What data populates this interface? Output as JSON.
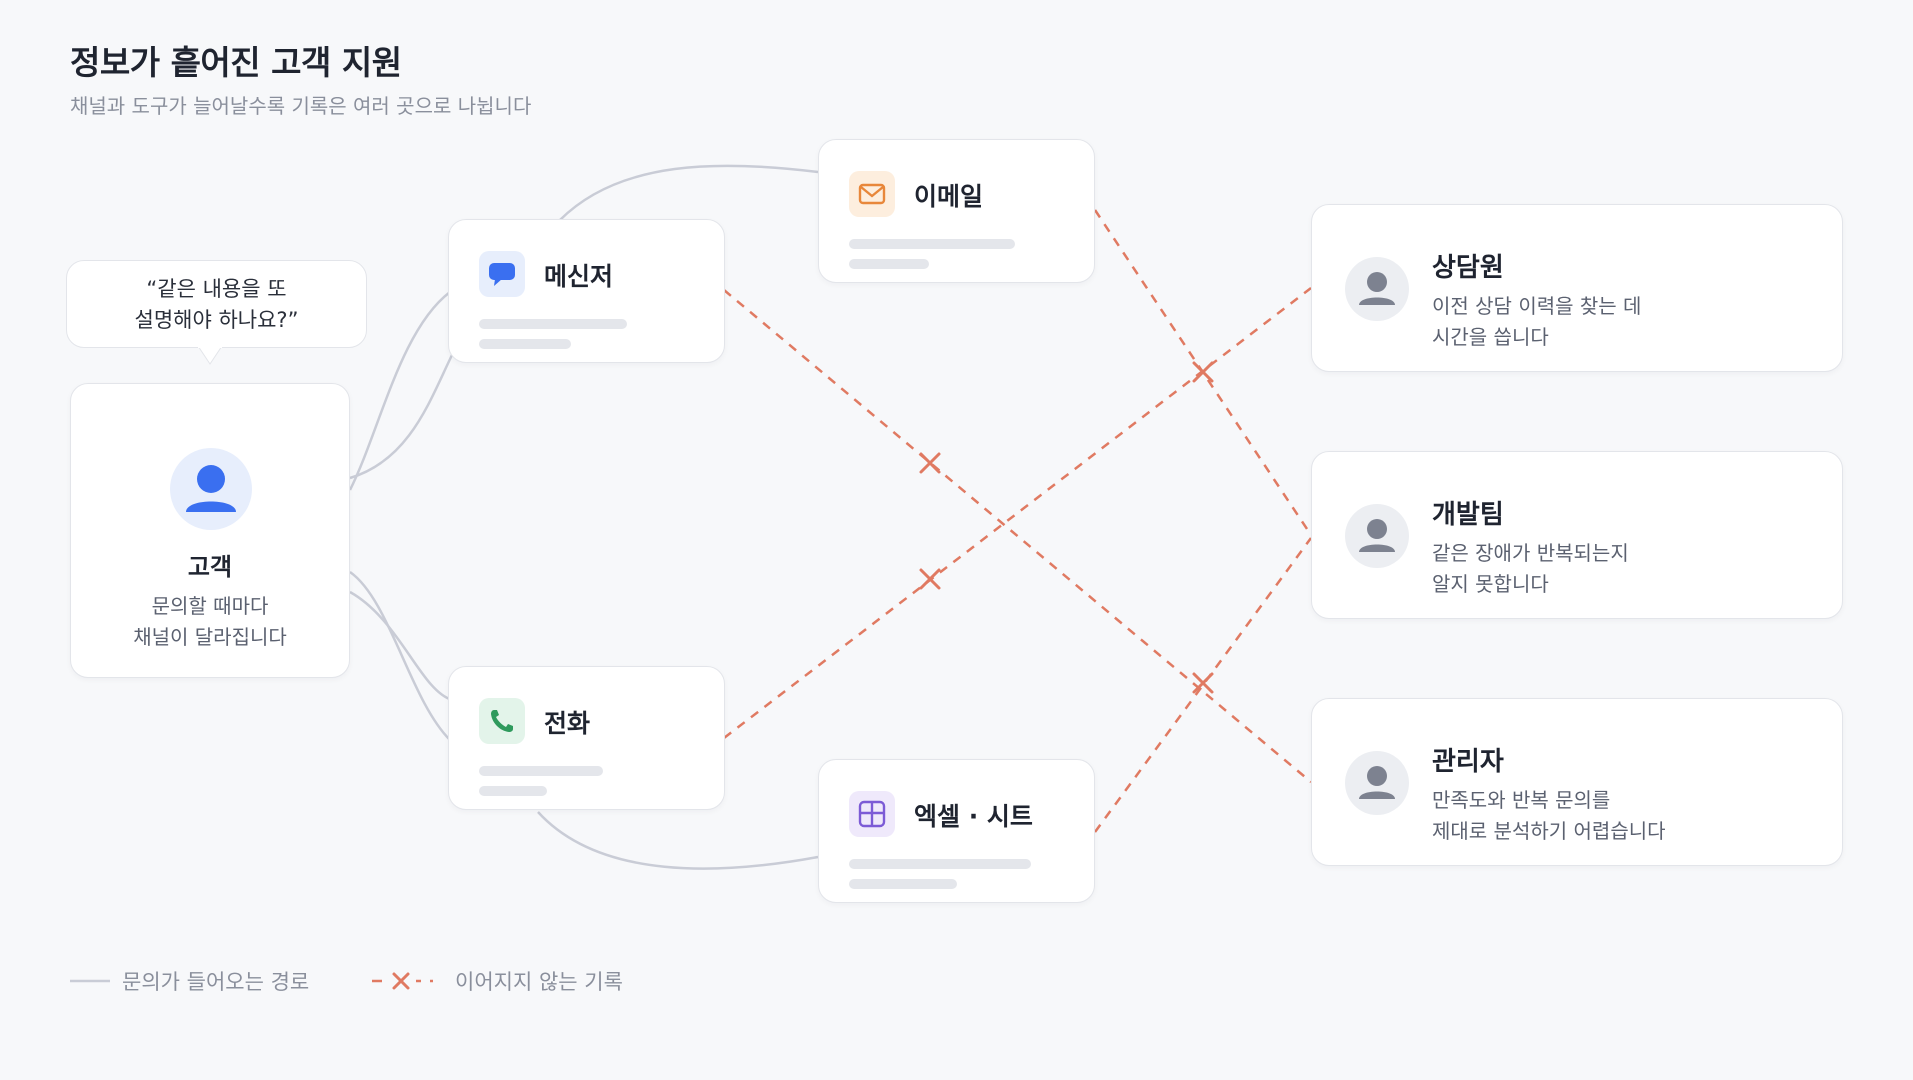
{
  "header": {
    "title": "정보가 흩어진 고객 지원",
    "subtitle": "채널과 도구가 늘어날수록 기록은 여러 곳으로 나뉩니다"
  },
  "customer": {
    "bubble_line1": "“같은 내용을 또",
    "bubble_line2": "설명해야 하나요?”",
    "name": "고객",
    "desc_line1": "문의할 때마다",
    "desc_line2": "채널이 달라집니다",
    "icon": "user-icon"
  },
  "channels": {
    "messenger": {
      "label": "메신저",
      "icon": "chat-icon"
    },
    "email": {
      "label": "이메일",
      "icon": "mail-icon"
    },
    "phone": {
      "label": "전화",
      "icon": "phone-icon"
    },
    "sheet": {
      "label": "엑셀 · 시트",
      "icon": "spreadsheet-icon"
    }
  },
  "roles": {
    "agent": {
      "name": "상담원",
      "desc_line1": "이전 상담 이력을 찾는 데",
      "desc_line2": "시간을 씁니다",
      "icon": "person-icon"
    },
    "dev": {
      "name": "개발팀",
      "desc_line1": "같은 장애가 반복되는지",
      "desc_line2": "알지 못합니다",
      "icon": "person-icon"
    },
    "admin": {
      "name": "관리자",
      "desc_line1": "만족도와 반복 문의를",
      "desc_line2": "제대로 분석하기 어렵습니다",
      "icon": "person-icon"
    }
  },
  "legend": {
    "path_label": "문의가 들어오는 경로",
    "broken_label": "이어지지 않는 기록"
  },
  "colors": {
    "path": "#c9ccd6",
    "broken": "#e07a62",
    "primary": "#3a6ff0"
  }
}
